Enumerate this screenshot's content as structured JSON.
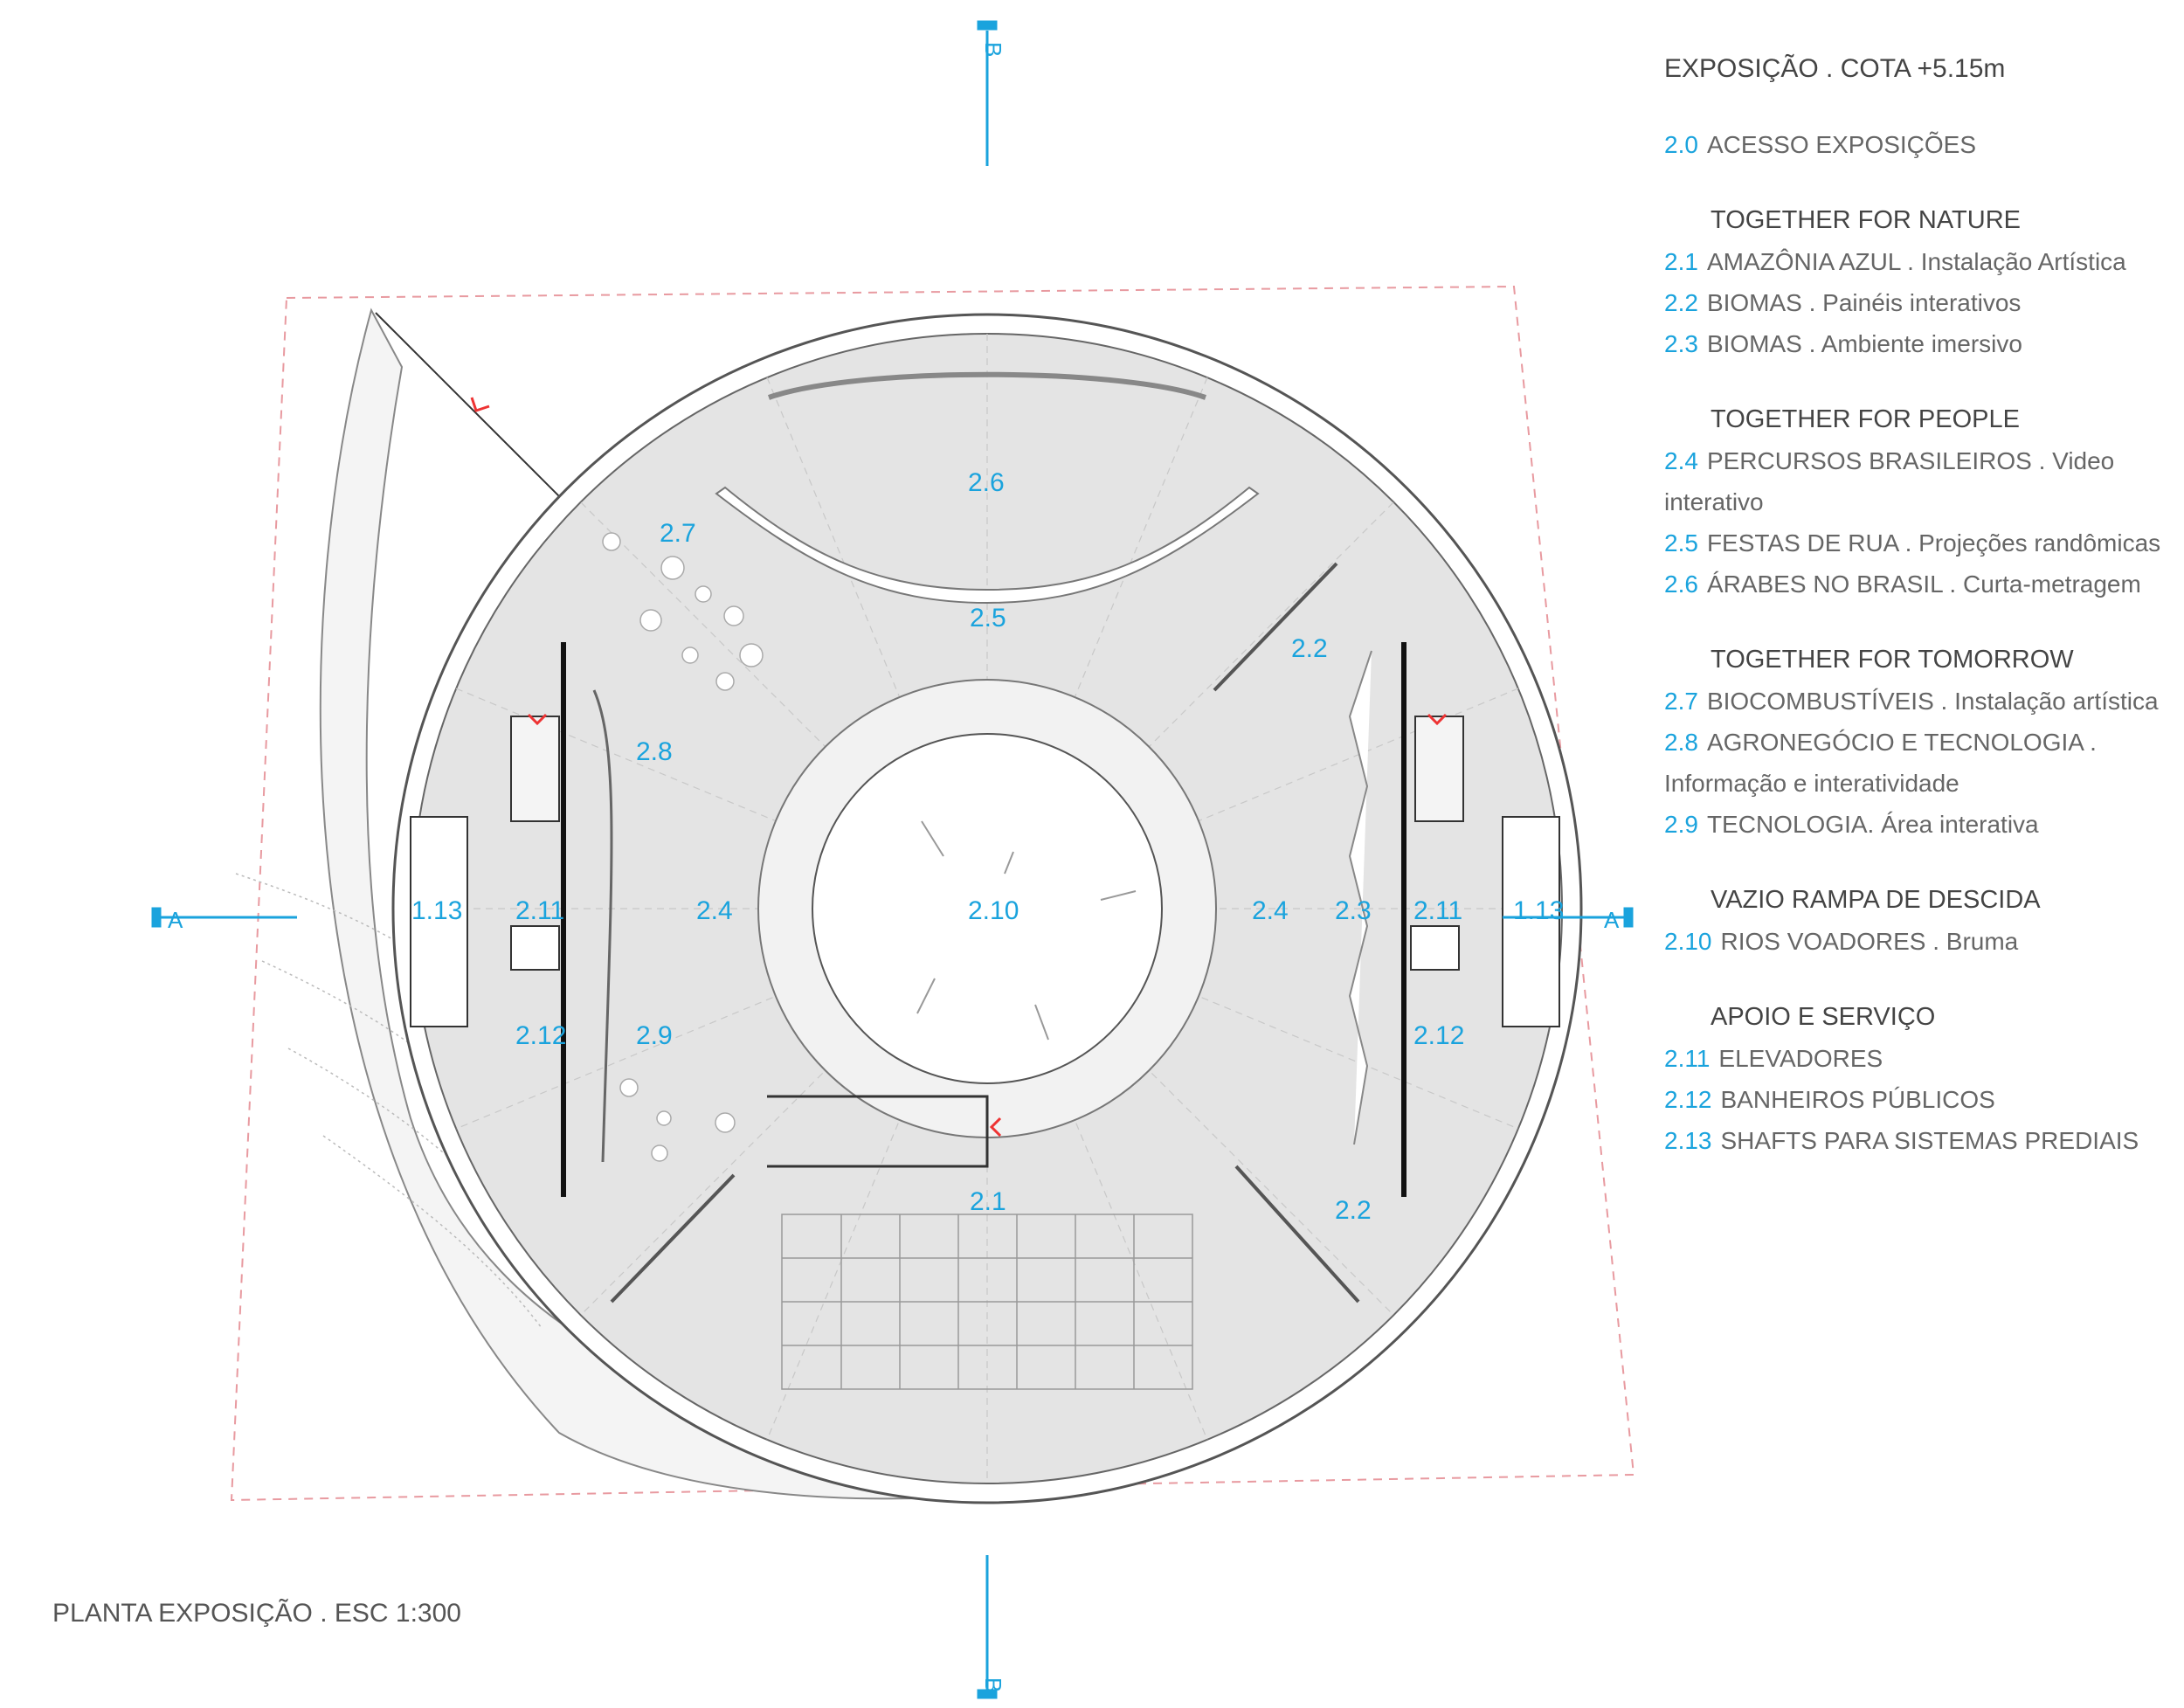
{
  "title": "EXPOSIÇÃO . COTA +5.15m",
  "caption": "PLANTA EXPOSIÇÃO . ESC 1:300",
  "accent_color": "#1aa3dd",
  "legend": {
    "access": {
      "num": "2.0",
      "text": "ACESSO EXPOSIÇÕES"
    },
    "groups": [
      {
        "heading": "TOGETHER FOR  NATURE",
        "items": [
          {
            "num": "2.1",
            "text": "AMAZÔNIA AZUL . Instalação Artística"
          },
          {
            "num": "2.2",
            "text": "BIOMAS . Painéis interativos"
          },
          {
            "num": "2.3",
            "text": "BIOMAS . Ambiente imersivo"
          }
        ]
      },
      {
        "heading": "TOGETHER FOR  PEOPLE",
        "items": [
          {
            "num": "2.4",
            "text": "PERCURSOS BRASILEIROS . Video interativo"
          },
          {
            "num": "2.5",
            "text": "FESTAS DE RUA . Projeções randômicas"
          },
          {
            "num": "2.6",
            "text": "ÁRABES NO BRASIL . Curta-metragem"
          }
        ]
      },
      {
        "heading": "TOGETHER FOR TOMORROW",
        "items": [
          {
            "num": "2.7",
            "text": "BIOCOMBUSTÍVEIS . Instalação artística"
          },
          {
            "num": "2.8",
            "text": "AGRONEGÓCIO E TECNOLOGIA . Informação e interatividade"
          },
          {
            "num": "2.9",
            "text": "TECNOLOGIA. Área interativa"
          }
        ]
      },
      {
        "heading": "VAZIO RAMPA DE DESCIDA",
        "items": [
          {
            "num": "2.10",
            "text": "RIOS VOADORES . Bruma"
          }
        ]
      },
      {
        "heading": "APOIO E SERVIÇO",
        "items": [
          {
            "num": "2.11",
            "text": "ELEVADORES"
          },
          {
            "num": "2.12",
            "text": "BANHEIROS PÚBLICOS"
          },
          {
            "num": "2.13",
            "text": "SHAFTS PARA SISTEMAS PREDIAIS"
          }
        ]
      }
    ]
  },
  "plan_labels": {
    "l_2_6": "2.6",
    "l_2_7": "2.7",
    "l_2_5": "2.5",
    "l_2_2_top": "2.2",
    "l_2_8": "2.8",
    "l_2_4_left": "2.4",
    "l_2_10": "2.10",
    "l_2_4_right": "2.4",
    "l_2_3": "2.3",
    "l_1_13_left": "1.13",
    "l_2_11_left": "2.11",
    "l_2_11_right": "2.11",
    "l_1_13_right": "1.13",
    "l_2_12_left": "2.12",
    "l_2_9": "2.9",
    "l_2_12_right": "2.12",
    "l_2_1": "2.1",
    "l_2_2_bottom": "2.2"
  },
  "section_marks": {
    "a_left": "A",
    "a_right": "A",
    "b_top": "B",
    "b_bottom": "B"
  }
}
